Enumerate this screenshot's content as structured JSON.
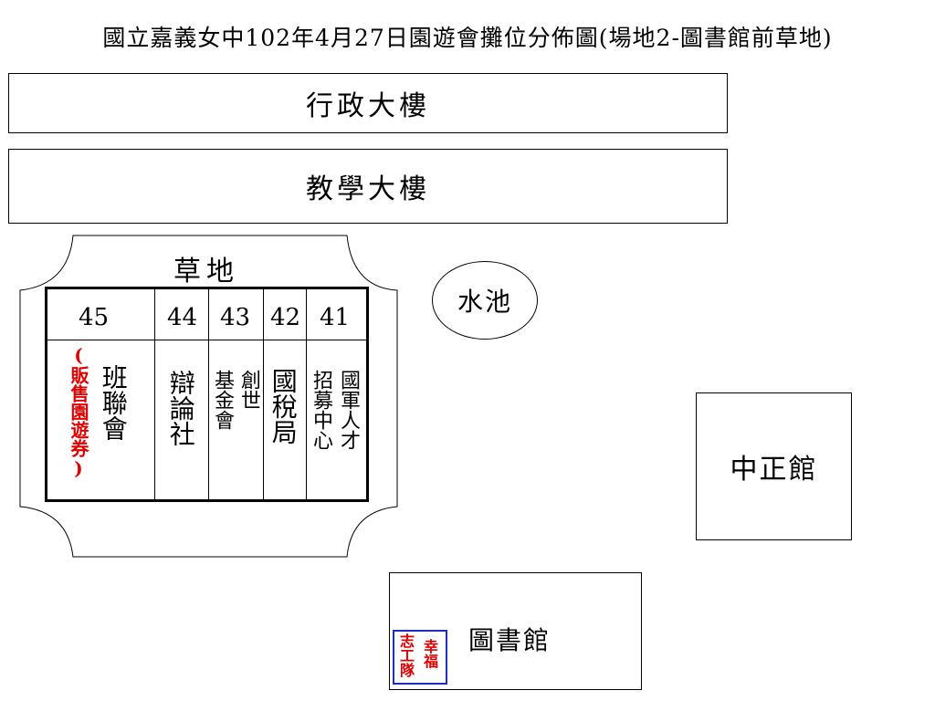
{
  "title": "國立嘉義女中102年4月27日園遊會攤位分佈圖(場地2-圖書館前草地)",
  "buildings": {
    "admin": "行政大樓",
    "teaching": "教學大樓",
    "zhongzheng": "中正館",
    "library": "圖書館"
  },
  "lawn": {
    "label": "草地"
  },
  "pond": {
    "label": "水池"
  },
  "stalls": {
    "s45": {
      "number": "45",
      "name": "班聯會",
      "note": "(販售園遊券)"
    },
    "s44": {
      "number": "44",
      "name": "辯論社"
    },
    "s43": {
      "number": "43",
      "col1": "基金會",
      "col2": "創世"
    },
    "s42": {
      "number": "42",
      "name": "國稅局"
    },
    "s41": {
      "number": "41",
      "col1": "招募中心",
      "col2": "國軍人才"
    }
  },
  "volunteers": {
    "blue_text": "志工隊",
    "red_text": "幸福",
    "blue_color": "#1d2fbf",
    "red_color": "#e00000"
  },
  "colors": {
    "note_red": "#e00000"
  }
}
